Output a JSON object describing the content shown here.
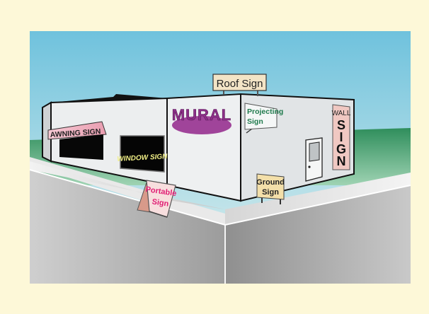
{
  "colors": {
    "page_bg": "#fdf8d8",
    "sky_top": "#6fc2dd",
    "sky_bottom": "#dff0ef",
    "grass": "#3e9a68",
    "building": "#e8eaec",
    "mural": "#a0449a",
    "awning": "#f2b8c6"
  },
  "signs": {
    "roof": {
      "line1": "Roof Sign"
    },
    "mural": {
      "line1": "MURAL"
    },
    "projecting": {
      "line1": "Projecting",
      "line2": "Sign"
    },
    "awning": {
      "line1": "AWNING SIGN"
    },
    "window": {
      "line1": "WINDOW SIGN"
    },
    "wall": {
      "line1": "WALL",
      "line2": "S",
      "line3": "I",
      "line4": "G",
      "line5": "N"
    },
    "ground": {
      "line1": "Ground",
      "line2": "Sign"
    },
    "portable": {
      "line1": "Portable",
      "line2": "Sign"
    }
  }
}
